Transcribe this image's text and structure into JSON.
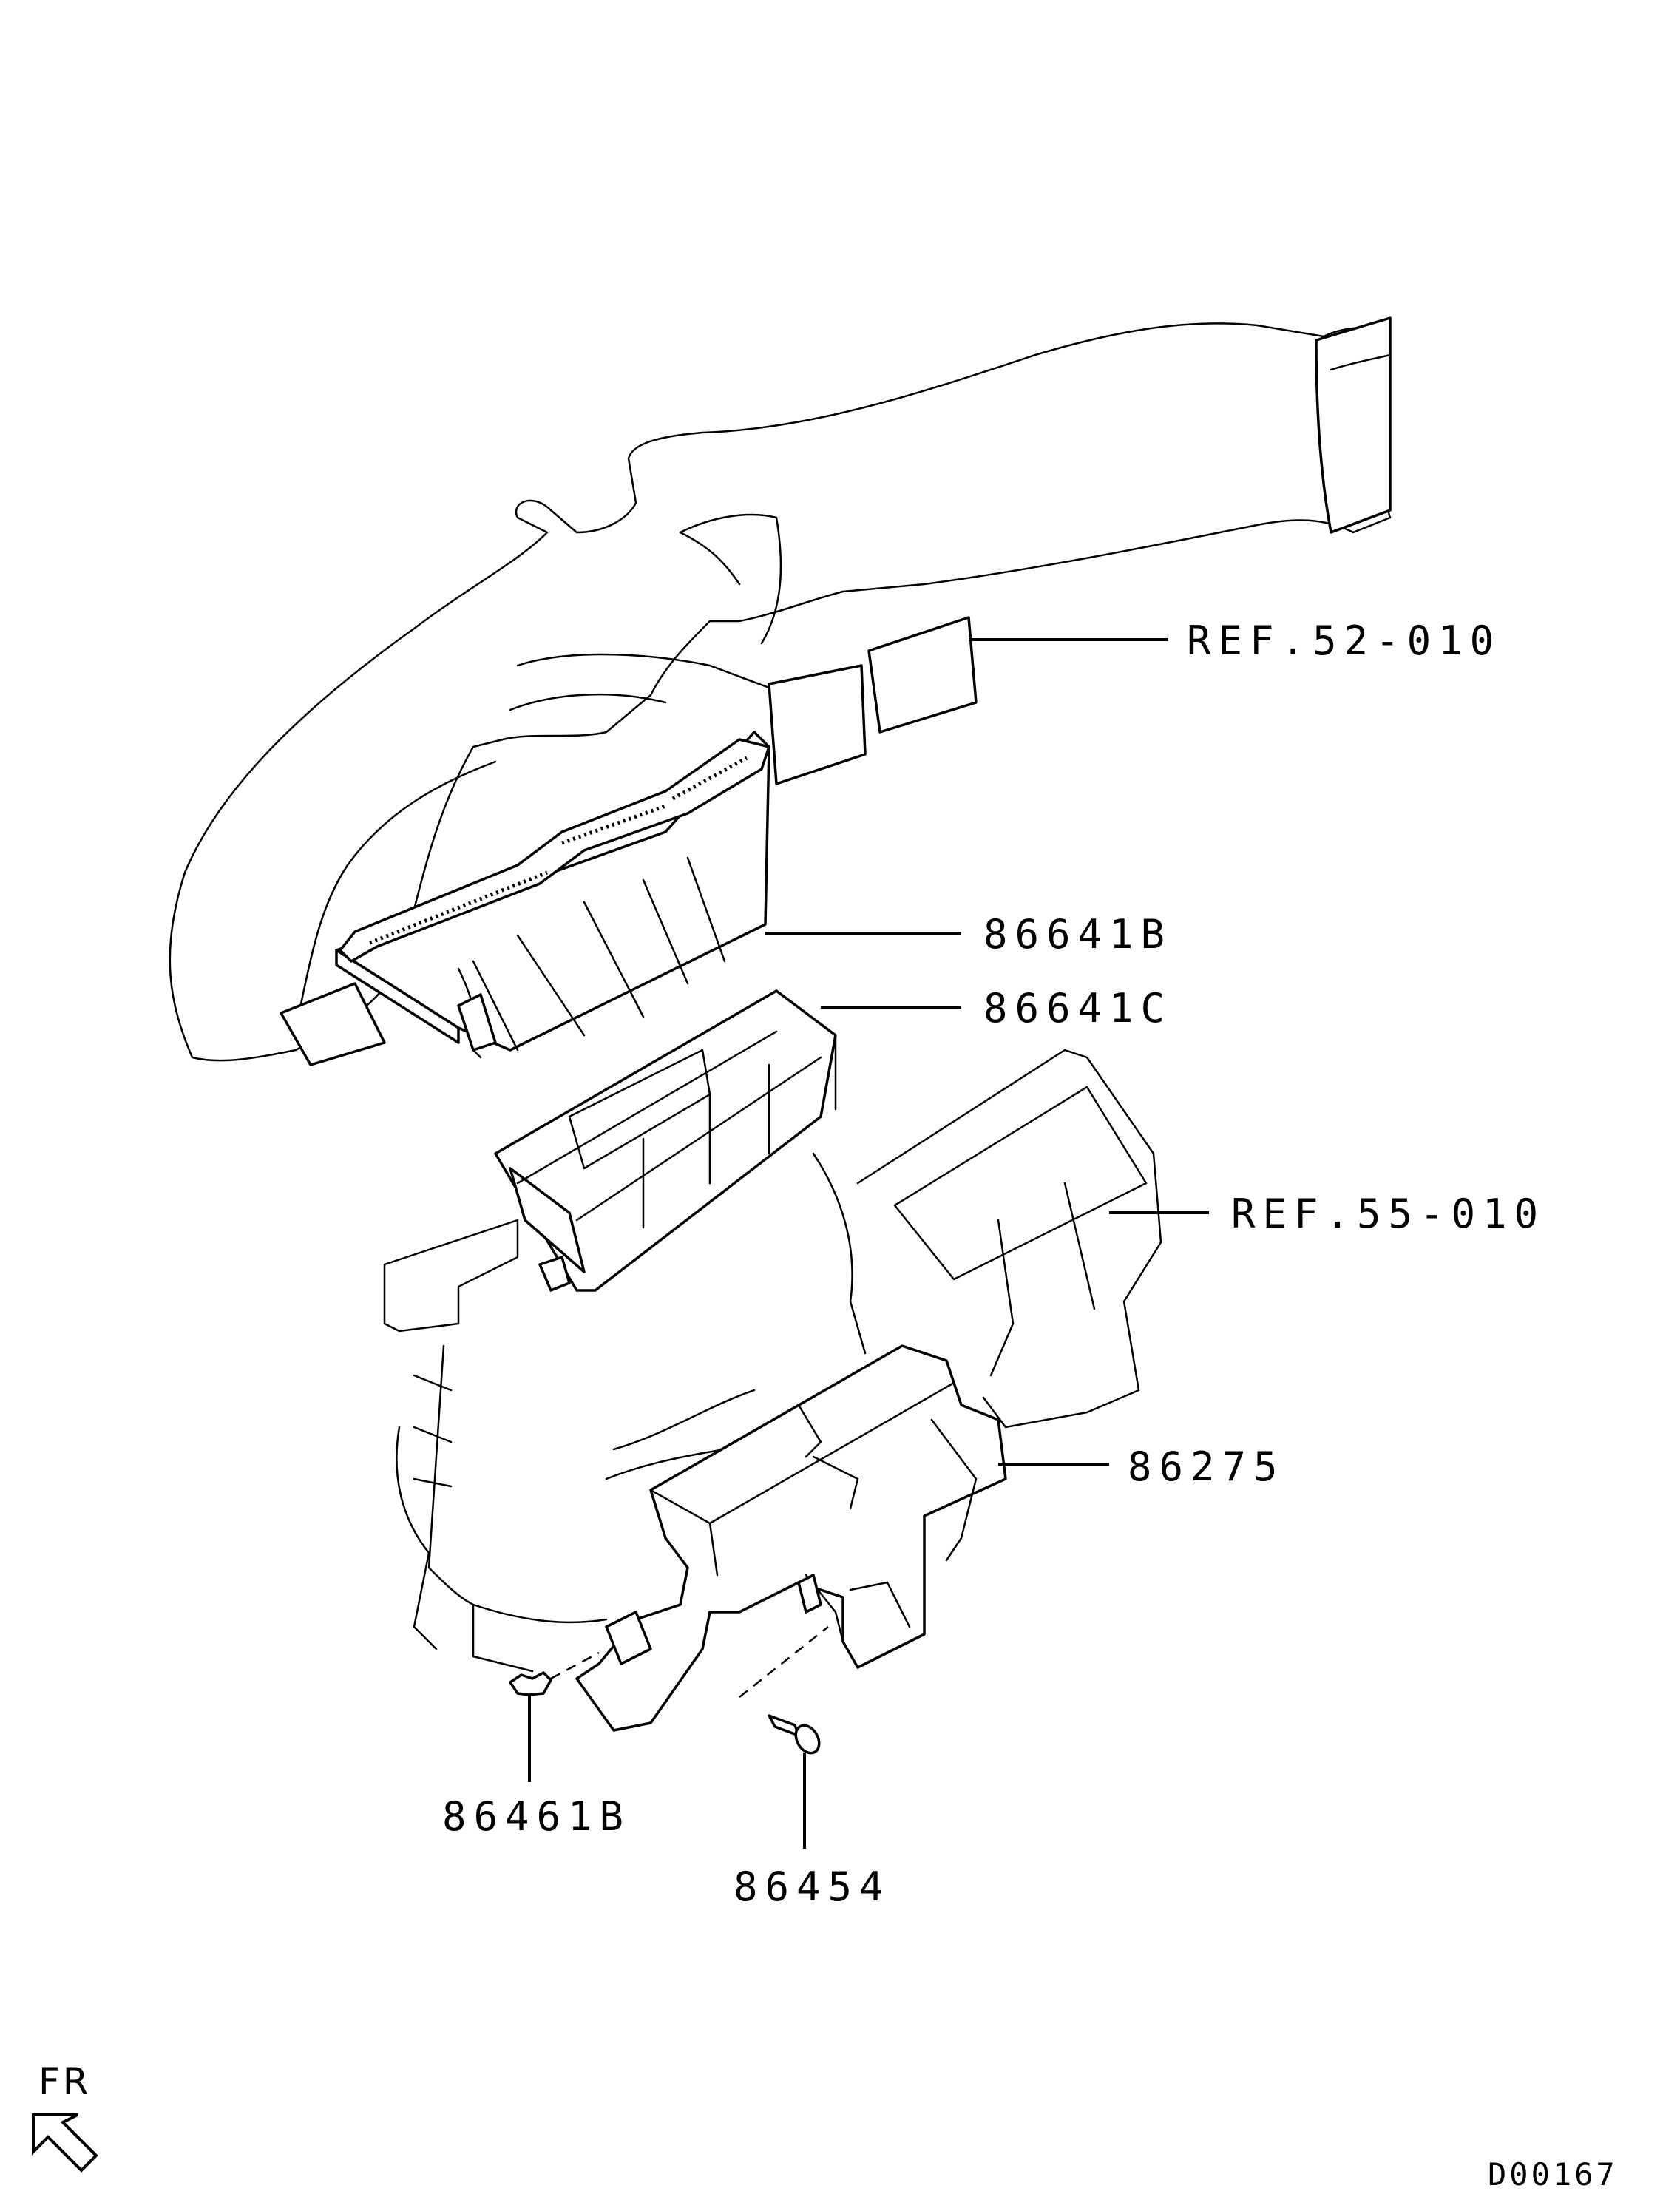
{
  "labels": {
    "ref_52": "REF.52-010",
    "part_86641b": "86641B",
    "part_86641c": "86641C",
    "ref_55": "REF.55-010",
    "part_86275": "86275",
    "part_86461b": "86461B",
    "part_86454": "86454"
  },
  "orientation": {
    "label": "FR",
    "icon": "arrow-up-left-icon"
  },
  "drawing_code": "D00167"
}
